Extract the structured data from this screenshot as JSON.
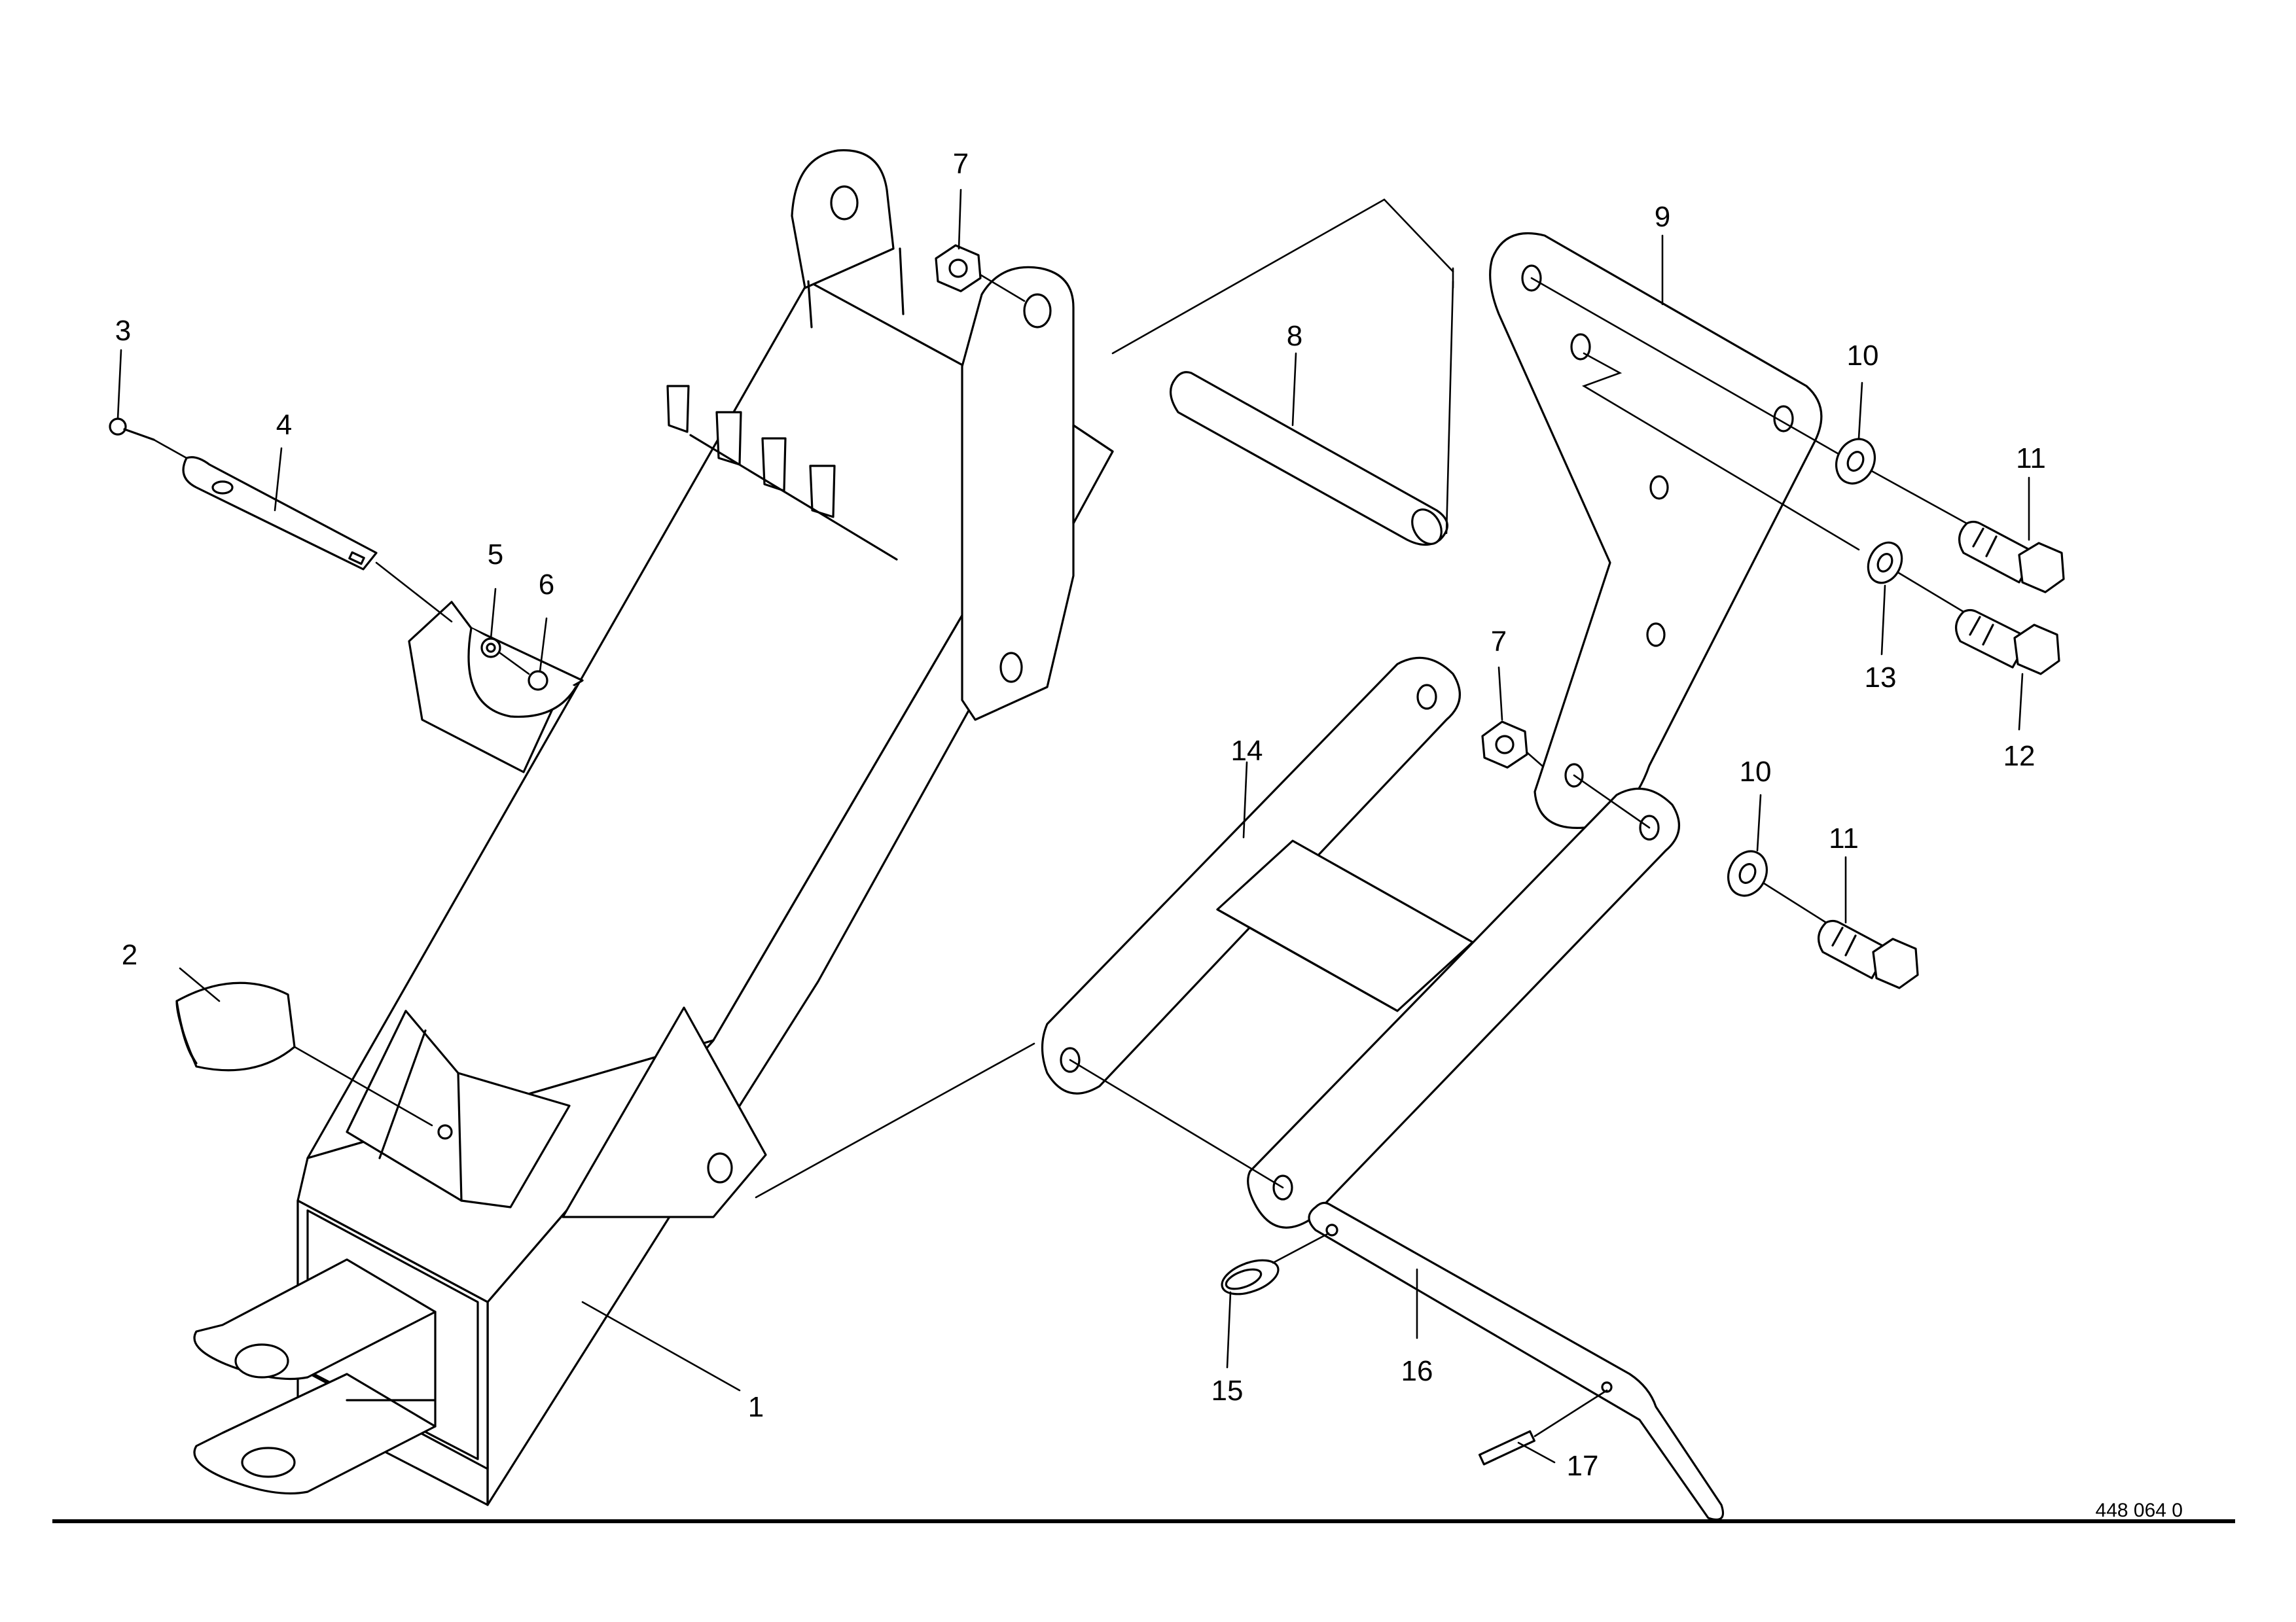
{
  "drawing_number": "448 064 0",
  "parts": [
    {
      "id": "part-1",
      "label": "1"
    },
    {
      "id": "part-2",
      "label": "2"
    },
    {
      "id": "part-3",
      "label": "3"
    },
    {
      "id": "part-4",
      "label": "4"
    },
    {
      "id": "part-5",
      "label": "5"
    },
    {
      "id": "part-6",
      "label": "6"
    },
    {
      "id": "part-7-top",
      "label": "7"
    },
    {
      "id": "part-7-lower",
      "label": "7"
    },
    {
      "id": "part-8",
      "label": "8"
    },
    {
      "id": "part-9",
      "label": "9"
    },
    {
      "id": "part-10-top",
      "label": "10"
    },
    {
      "id": "part-10-lower",
      "label": "10"
    },
    {
      "id": "part-11-top",
      "label": "11"
    },
    {
      "id": "part-11-lower",
      "label": "11"
    },
    {
      "id": "part-12",
      "label": "12"
    },
    {
      "id": "part-13",
      "label": "13"
    },
    {
      "id": "part-14",
      "label": "14"
    },
    {
      "id": "part-15",
      "label": "15"
    },
    {
      "id": "part-16",
      "label": "16"
    },
    {
      "id": "part-17",
      "label": "17"
    }
  ]
}
